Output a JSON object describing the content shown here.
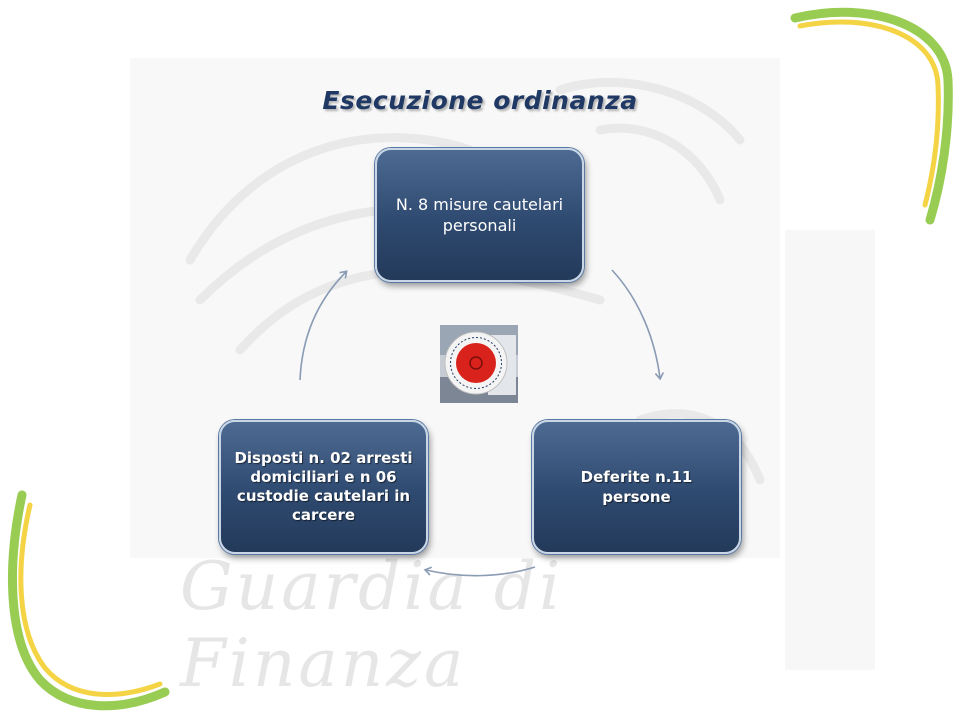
{
  "title": "Esecuzione ordinanza",
  "watermark": "Guardia di Finanza",
  "diagram": {
    "type": "cycle",
    "nodes": [
      {
        "id": "top",
        "label": "N. 8 misure cautelari personali"
      },
      {
        "id": "right",
        "label": "Deferite n.11 persone"
      },
      {
        "id": "left",
        "label": "Disposti n. 02 arresti domiciliari e n 06 custodie cautelari in carcere"
      }
    ],
    "edges": [
      {
        "from": "top",
        "to": "right"
      },
      {
        "from": "right",
        "to": "left"
      },
      {
        "from": "left",
        "to": "top"
      }
    ],
    "center_image": "traffic-paddle-image"
  },
  "colors": {
    "title": "#1f3864",
    "node_fill": "#2f4a70",
    "node_border": "#c9d6e6",
    "arrow": "#8a9bb4",
    "accent_green": "#8dc63f",
    "accent_yellow": "#f3d23a"
  }
}
